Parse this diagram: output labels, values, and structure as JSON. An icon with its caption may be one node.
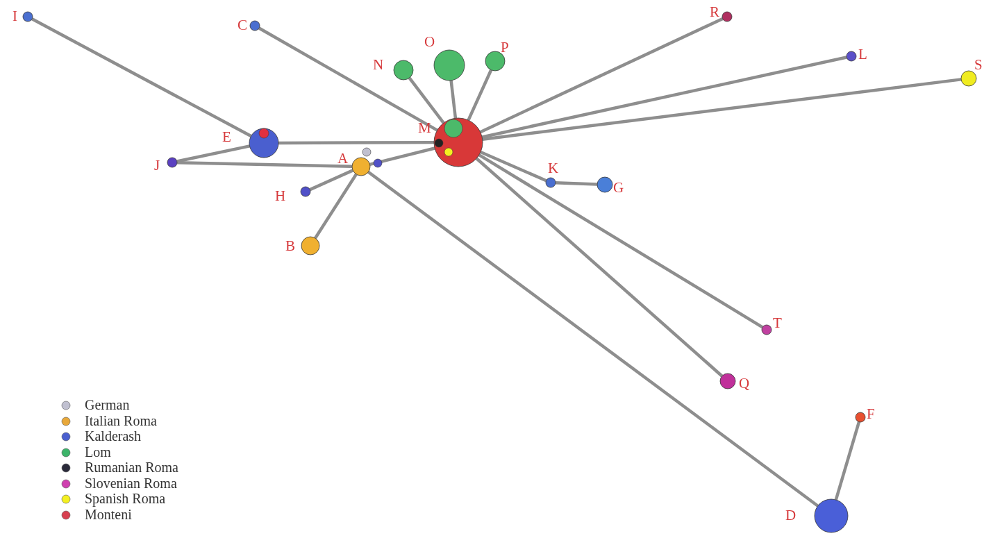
{
  "diagram": {
    "nodes": [
      {
        "text": [],
        "shape": "circle",
        "beside": [
          "I"
        ]
      },
      {
        "text": [],
        "shape": "circle",
        "beside": [
          "C"
        ]
      },
      {
        "text": [],
        "shape": "circle",
        "beside": [
          "R"
        ]
      },
      {
        "text": [],
        "shape": "circle",
        "beside": [
          "O"
        ]
      },
      {
        "text": [],
        "shape": "circle",
        "beside": [
          "N"
        ]
      },
      {
        "text": [],
        "shape": "circle",
        "beside": [
          "P"
        ]
      },
      {
        "text": [],
        "shape": "circle",
        "beside": [
          "L"
        ]
      },
      {
        "text": [],
        "shape": "circle",
        "beside": [
          "S"
        ]
      },
      {
        "text": [],
        "shape": "circle",
        "beside": [
          "E"
        ]
      },
      {
        "text": [],
        "shape": "circle",
        "beside": [
          "M"
        ]
      },
      {
        "text": [],
        "shape": "circle",
        "beside": [
          "J"
        ]
      },
      {
        "text": [],
        "shape": "circle",
        "beside": [
          "A"
        ]
      },
      {
        "text": [],
        "shape": "circle",
        "beside": [
          "K"
        ]
      },
      {
        "text": [],
        "shape": "circle",
        "beside": [
          "G"
        ]
      },
      {
        "text": [],
        "shape": "circle",
        "beside": [
          "H"
        ]
      },
      {
        "text": [],
        "shape": "circle",
        "beside": [
          "B"
        ]
      },
      {
        "text": [],
        "shape": "circle",
        "beside": [
          "T"
        ]
      },
      {
        "text": [],
        "shape": "circle",
        "beside": [
          "Q"
        ]
      },
      {
        "text": [],
        "shape": "circle",
        "beside": [
          "F"
        ]
      },
      {
        "text": [],
        "shape": "circle",
        "beside": [
          "D"
        ]
      }
    ],
    "edges": [
      {
        "from": 0,
        "to": 8,
        "arrow": "none"
      },
      {
        "from": 1,
        "to": 9,
        "arrow": "none"
      },
      {
        "from": 8,
        "to": 9,
        "arrow": "none"
      },
      {
        "from": 10,
        "to": 8,
        "arrow": "none"
      },
      {
        "from": 10,
        "to": 11,
        "arrow": "none"
      },
      {
        "from": 11,
        "to": 9,
        "arrow": "none"
      },
      {
        "from": 14,
        "to": 11,
        "arrow": "none"
      },
      {
        "from": 15,
        "to": 11,
        "arrow": "none"
      },
      {
        "from": 11,
        "to": 19,
        "arrow": "none"
      },
      {
        "from": 4,
        "to": 9,
        "arrow": "none"
      },
      {
        "from": 3,
        "to": 9,
        "arrow": "none"
      },
      {
        "from": 5,
        "to": 9,
        "arrow": "none"
      },
      {
        "from": 2,
        "to": 9,
        "arrow": "none"
      },
      {
        "from": 6,
        "to": 9,
        "arrow": "none"
      },
      {
        "from": 7,
        "to": 9,
        "arrow": "none"
      },
      {
        "from": 12,
        "to": 9,
        "arrow": "none"
      },
      {
        "from": 12,
        "to": 13,
        "arrow": "none"
      },
      {
        "from": 16,
        "to": 9,
        "arrow": "none"
      },
      {
        "from": 17,
        "to": 9,
        "arrow": "none"
      },
      {
        "from": 19,
        "to": 18,
        "arrow": "none"
      }
    ],
    "legend": [
      {
        "text": "German",
        "color": "#c0c0d0"
      },
      {
        "text": "Italian Roma",
        "color": "#e8a83a"
      },
      {
        "text": "Kalderash",
        "color": "#4a5fcf"
      },
      {
        "text": "Lom",
        "color": "#3cb46a"
      },
      {
        "text": "Rumanian Roma",
        "color": "#2a2a3a"
      },
      {
        "text": "Slovenian Roma",
        "color": "#d040b0"
      },
      {
        "text": "Spanish Roma",
        "color": "#f4f020"
      },
      {
        "text": "Monteni",
        "color": "#d84050"
      }
    ]
  }
}
